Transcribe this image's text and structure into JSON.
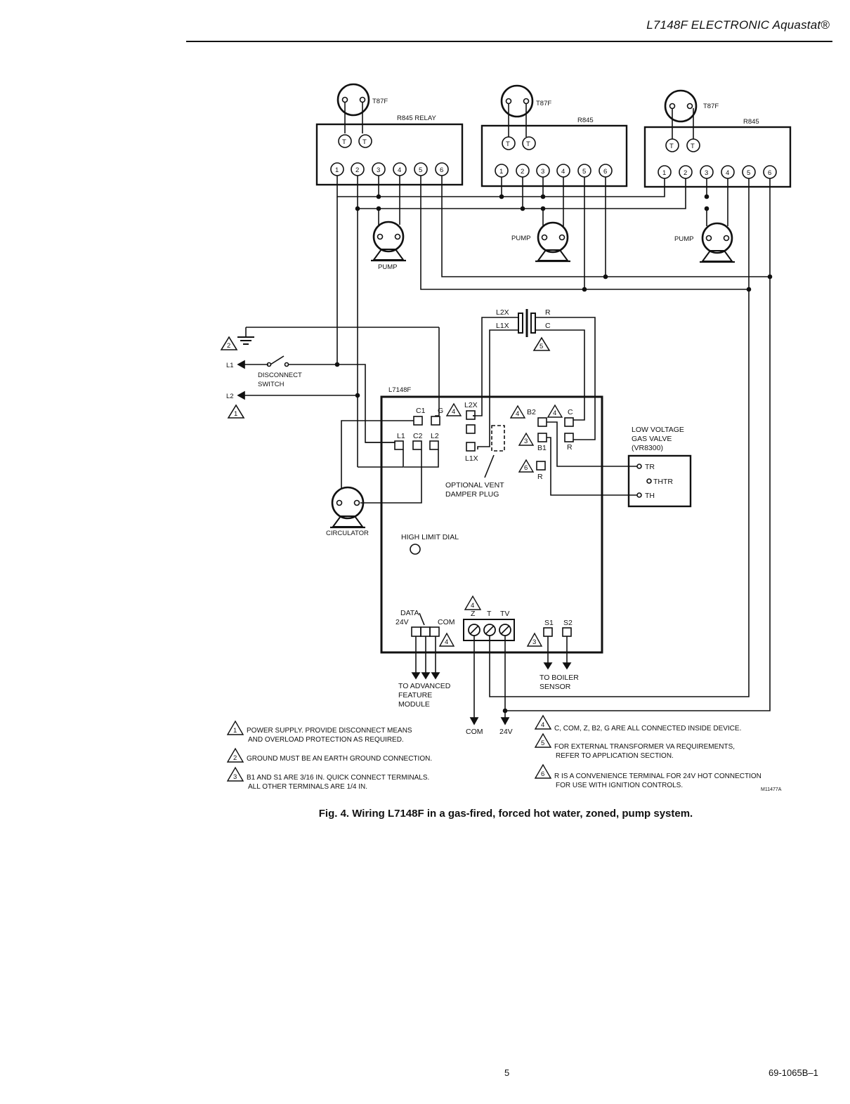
{
  "header": {
    "title": "L7148F ELECTRONIC Aquastat®"
  },
  "zones": [
    {
      "thermostat": "T87F",
      "relay": "R845 RELAY",
      "pump": "PUMP"
    },
    {
      "thermostat": "T87F",
      "relay": "R845",
      "pump": "PUMP"
    },
    {
      "thermostat": "T87F",
      "relay": "R845",
      "pump": "PUMP"
    }
  ],
  "relay_terminals": [
    "1",
    "2",
    "3",
    "4",
    "5",
    "6"
  ],
  "thermostat_terminals": [
    "T",
    "T"
  ],
  "power": {
    "l1": "L1",
    "l2": "L2",
    "disconnect_line1": "DISCONNECT",
    "disconnect_line2": "SWITCH",
    "note_ground": "2",
    "note_power": "1"
  },
  "transformer": {
    "l2x": "L2X",
    "l1x": "L1X",
    "r": "R",
    "c": "C",
    "note": "5"
  },
  "controller": {
    "name": "L7148F",
    "c1": "C1",
    "g": "G",
    "l2x": "L2X",
    "l1": "L1",
    "c2": "C2",
    "l2": "L2",
    "l1x": "L1X",
    "b2": "B2",
    "c": "C",
    "b1": "B1",
    "r1": "R",
    "r2": "R",
    "vent_line1": "OPTIONAL VENT",
    "vent_line2": "DAMPER PLUG",
    "high_limit": "HIGH LIMIT DIAL",
    "data": "DATA",
    "v24": "24V",
    "com": "COM",
    "z": "Z",
    "t": "T",
    "tv": "TV",
    "s1": "S1",
    "s2": "S2",
    "note3": "3",
    "note4": "4",
    "note6": "6"
  },
  "circulator": "CIRCULATOR",
  "gas_valve": {
    "line1": "LOW VOLTAGE",
    "line2": "GAS VALVE",
    "line3": "(VR8300)",
    "tr": "TR",
    "thtr": "THTR",
    "th": "TH"
  },
  "outputs": {
    "adv_line1": "TO ADVANCED",
    "adv_line2": "FEATURE",
    "adv_line3": "MODULE",
    "boiler_line1": "TO BOILER",
    "boiler_line2": "SENSOR",
    "com": "COM",
    "v24": "24V"
  },
  "notes_left": [
    {
      "num": "1",
      "line1": "POWER SUPPLY. PROVIDE DISCONNECT MEANS",
      "line2": "AND OVERLOAD PROTECTION AS REQUIRED."
    },
    {
      "num": "2",
      "line1": "GROUND MUST BE AN EARTH GROUND CONNECTION.",
      "line2": ""
    },
    {
      "num": "3",
      "line1": "B1 AND S1 ARE 3/16 IN. QUICK CONNECT TERMINALS.",
      "line2": "ALL OTHER TERMINALS ARE 1/4 IN."
    }
  ],
  "notes_right": [
    {
      "num": "4",
      "line1": "C, COM, Z, B2, G ARE ALL CONNECTED INSIDE DEVICE.",
      "line2": ""
    },
    {
      "num": "5",
      "line1": "FOR EXTERNAL TRANSFORMER VA REQUIREMENTS,",
      "line2": "REFER TO APPLICATION SECTION."
    },
    {
      "num": "6",
      "line1": "R IS A CONVENIENCE TERMINAL FOR 24V HOT CONNECTION",
      "line2": "FOR USE WITH IGNITION CONTROLS."
    }
  ],
  "figure_id": "M11477A",
  "caption": "Fig. 4. Wiring L7148F in a gas-fired, forced hot water, zoned, pump system.",
  "footer": {
    "page": "5",
    "doc": "69-1065B–1"
  }
}
